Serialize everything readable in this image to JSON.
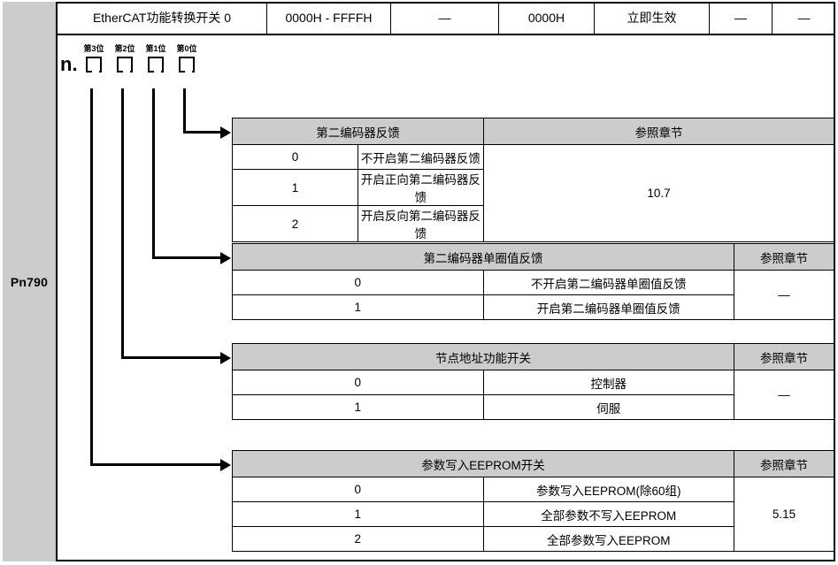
{
  "parameter": {
    "code": "Pn790",
    "name": "EtherCAT功能转换开关 0",
    "range": "0000H - FFFFH",
    "unit": "—",
    "default": "0000H",
    "effective": "立即生效",
    "extra1": "—",
    "extra2": "—"
  },
  "bit_diagram": {
    "prefix": "n.",
    "bits": [
      {
        "label": "第3位"
      },
      {
        "label": "第2位"
      },
      {
        "label": "第1位"
      },
      {
        "label": "第0位"
      }
    ]
  },
  "option_tables": [
    {
      "title": "第二编码器反馈",
      "ref_header": "参照章节",
      "ref_value": "10.7",
      "rows": [
        {
          "value": "0",
          "desc": "不开启第二编码器反馈"
        },
        {
          "value": "1",
          "desc": "开启正向第二编码器反馈"
        },
        {
          "value": "2",
          "desc": "开启反向第二编码器反馈"
        }
      ]
    },
    {
      "title": "第二编码器单圈值反馈",
      "ref_header": "参照章节",
      "ref_value": "—",
      "rows": [
        {
          "value": "0",
          "desc": "不开启第二编码器单圈值反馈"
        },
        {
          "value": "1",
          "desc": "开启第二编码器单圈值反馈"
        }
      ]
    },
    {
      "title": "节点地址功能开关",
      "ref_header": "参照章节",
      "ref_value": "—",
      "rows": [
        {
          "value": "0",
          "desc": "控制器"
        },
        {
          "value": "1",
          "desc": "伺服"
        }
      ]
    },
    {
      "title": "参数写入EEPROM开关",
      "ref_header": "参照章节",
      "ref_value": "5.15",
      "rows": [
        {
          "value": "0",
          "desc": "参数写入EEPROM(除60组)"
        },
        {
          "value": "1",
          "desc": "全部参数不写入EEPROM"
        },
        {
          "value": "2",
          "desc": "全部参数写入EEPROM"
        }
      ]
    }
  ],
  "colors": {
    "header_gray": "#cccccc",
    "border": "#000000"
  }
}
